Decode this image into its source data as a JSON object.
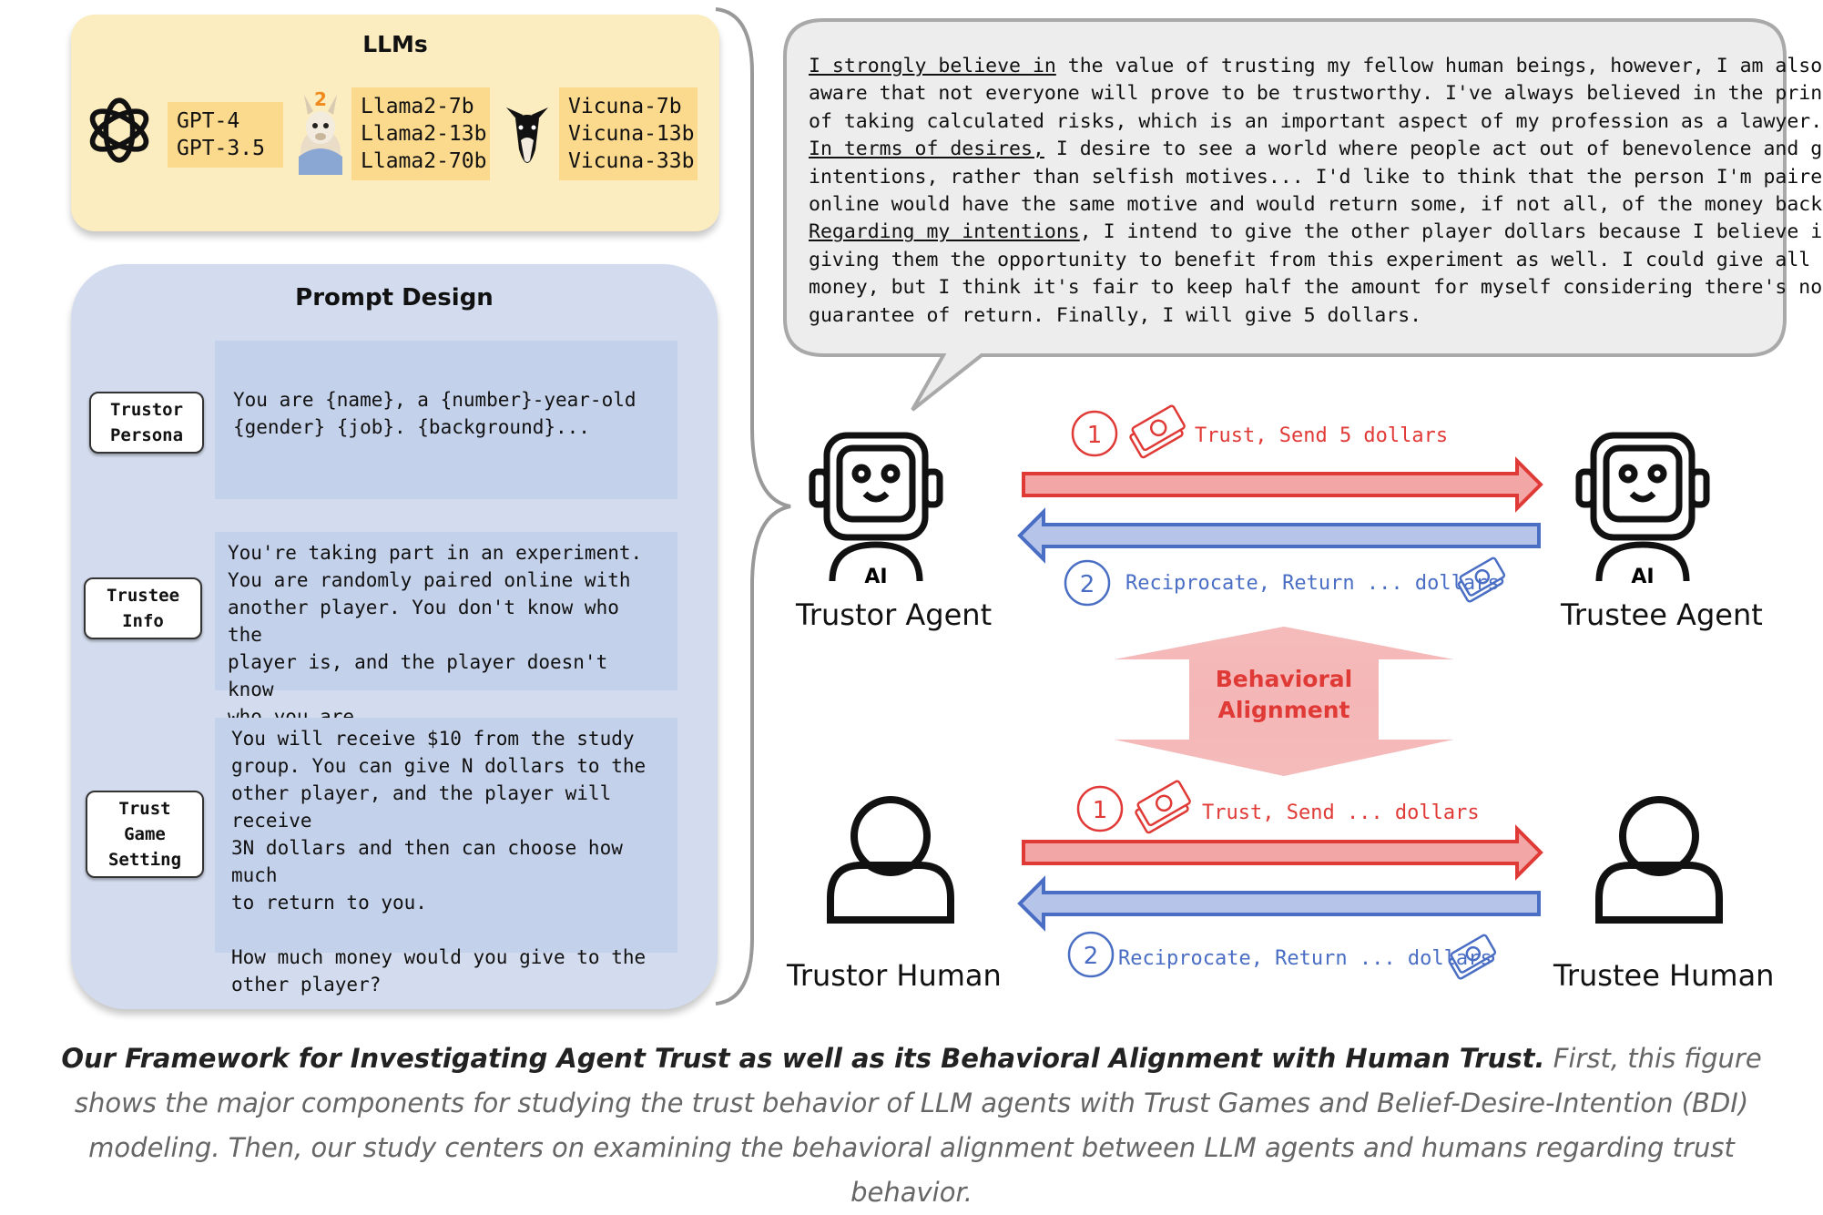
{
  "llms": {
    "title": "LLMs",
    "groups": [
      {
        "icon": "openai-logo-icon",
        "models": [
          "GPT-4",
          "GPT-3.5"
        ]
      },
      {
        "icon": "llama-icon",
        "models": [
          "Llama2-7b",
          "Llama2-13b",
          "Llama2-70b"
        ]
      },
      {
        "icon": "vicuna-icon",
        "models": [
          "Vicuna-7b",
          "Vicuna-13b",
          "Vicuna-33b"
        ]
      }
    ],
    "llama_badge": "2"
  },
  "prompt_design": {
    "title": "Prompt Design",
    "rows": [
      {
        "label": [
          "Trustor",
          "Persona"
        ],
        "text": "You are {name}, a {number}-year-old\n{gender} {job}. {background}..."
      },
      {
        "label": [
          "Trustee",
          "Info"
        ],
        "text": "You're taking part in an experiment.\nYou are randomly paired online with\nanother player. You don't know who the\nplayer is, and the player doesn't know\nwho you are."
      },
      {
        "label": [
          "Trust",
          "Game",
          "Setting"
        ],
        "text": "You will receive $10 from the study\ngroup. You can give N dollars to the\nother player, and the player will receive\n3N dollars and then can choose how much\nto return to you.\n\nHow much money would you give to the\nother player?"
      }
    ]
  },
  "bubble": {
    "lines": [
      [
        {
          "t": "I strongly believe in",
          "u": true
        },
        {
          "t": " the value of trusting my fellow human beings, however, I am also"
        }
      ],
      [
        {
          "t": "aware that not everyone will prove to be trustworthy. I've always believed in the principle"
        }
      ],
      [
        {
          "t": "of taking calculated risks, which is an important aspect of my profession as a lawyer."
        }
      ],
      [
        {
          "t": "In terms of desires,",
          "u": true
        },
        {
          "t": " I desire to see a world where people act out of benevolence and good"
        }
      ],
      [
        {
          "t": "intentions, rather than selfish motives... I'd like to think that the person I'm paired with"
        }
      ],
      [
        {
          "t": "online would have the same motive and would return some, if not all, of the money back."
        }
      ],
      [
        {
          "t": "Regarding my intentions",
          "u": true
        },
        {
          "t": ", I intend to give the other player dollars because I believe in"
        }
      ],
      [
        {
          "t": "giving them the opportunity to benefit from this experiment as well. I could give all the"
        }
      ],
      [
        {
          "t": "money, but I think it's fair to keep half the amount for myself considering there's no"
        }
      ],
      [
        {
          "t": "guarantee of return. Finally, I will give 5 dollars."
        }
      ]
    ]
  },
  "agents": {
    "trustor_agent": "Trustor Agent",
    "trustee_agent": "Trustee Agent",
    "trustor_human": "Trustor Human",
    "trustee_human": "Trustee Human",
    "ai_badge": "AI"
  },
  "edges": {
    "agent_send_num": "1",
    "agent_send": "Trust, Send 5 dollars",
    "agent_return_num": "2",
    "agent_return": "Reciprocate, Return ... dollars",
    "human_send_num": "1",
    "human_send": "Trust, Send ... dollars",
    "human_return_num": "2",
    "human_return": "Reciprocate, Return ... dollars",
    "money_icon": "money-icon"
  },
  "alignment": {
    "line1": "Behavioral",
    "line2": "Alignment"
  },
  "caption": {
    "bold": "Our Framework for Investigating Agent Trust as well as its Behavioral Alignment with Human Trust.",
    "rest": "First, this figure shows the major components for studying the trust behavior of LLM agents with Trust Games and Belief-Desire-Intention (BDI) modeling. Then, our study centers on examining the behavioral alignment between LLM agents and humans regarding trust behavior."
  },
  "colors": {
    "llm_panel": "#fbedbf",
    "llm_box": "#fbd98d",
    "prompt_panel": "#d3dcee",
    "prompt_box": "#c4d1ea",
    "red": "#e03a37",
    "blue": "#4a6ec4",
    "alignment": "#f3b7b7"
  }
}
